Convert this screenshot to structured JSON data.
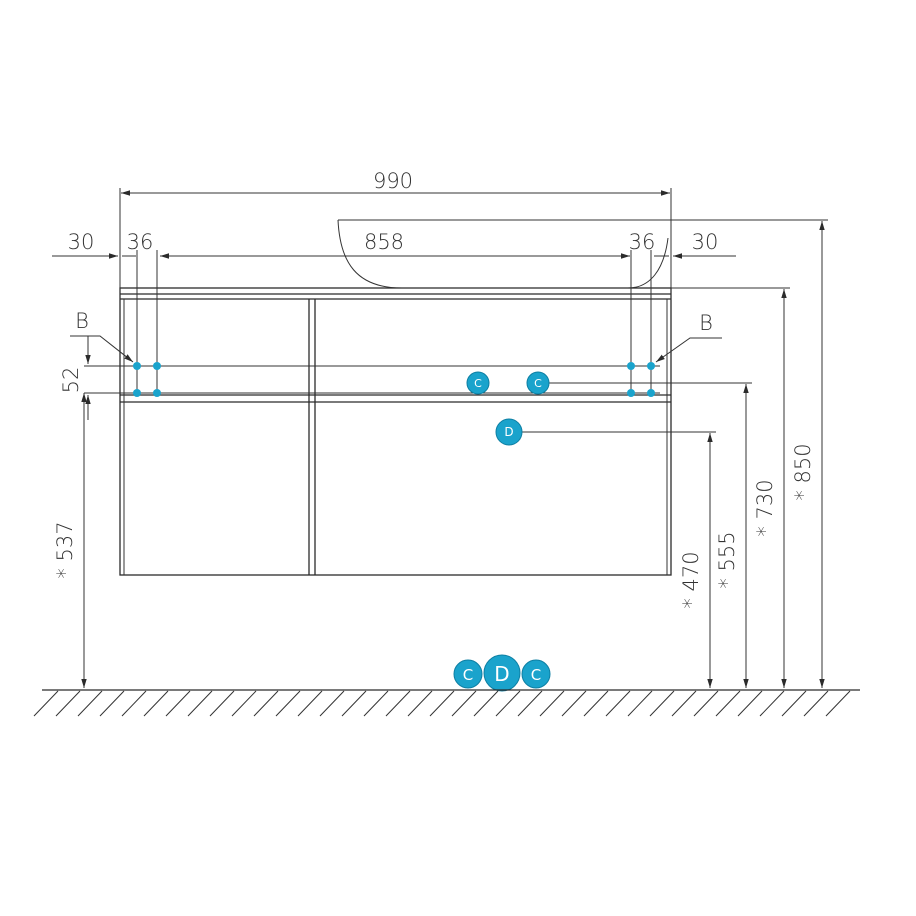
{
  "dimensions": {
    "overall_width": "990",
    "left_offset": "30",
    "left_inner": "36",
    "basin_width": "858",
    "right_inner": "36",
    "right_offset": "30",
    "rail_gap": "52",
    "height_537": "* 537",
    "height_470": "* 470",
    "height_555": "* 555",
    "height_730": "* 730",
    "height_850": "* 850"
  },
  "labels": {
    "b_left": "B",
    "b_right": "B"
  },
  "markers": {
    "c_a": "C",
    "c_b": "C",
    "d_a": "D",
    "legend_c1": "C",
    "legend_d": "D",
    "legend_c2": "C"
  },
  "colors": {
    "line": "#2b2b2b",
    "marker": "#1aa3cc",
    "marker_stroke": "#0d7fa3",
    "dot": "#1aa3cc"
  }
}
